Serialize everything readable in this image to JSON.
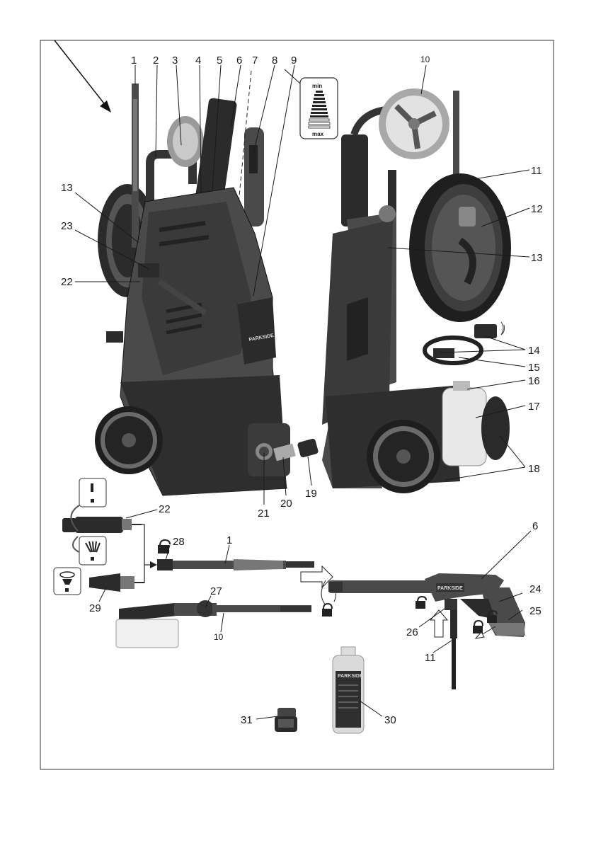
{
  "labels": {
    "n1": "1",
    "n2": "2",
    "n3": "3",
    "n4": "4",
    "n5": "5",
    "n6": "6",
    "n7": "7",
    "n8": "8",
    "n9": "9",
    "n10": "10",
    "n11": "11",
    "n12": "12",
    "n13": "13",
    "n14": "14",
    "n15": "15",
    "n16": "16",
    "n17": "17",
    "n18": "18",
    "n19": "19",
    "n20": "20",
    "n21": "21",
    "n22": "22",
    "n23": "23",
    "n24": "24",
    "n25": "25",
    "n26": "26",
    "n27": "27",
    "n28": "28",
    "n29": "29",
    "n30": "30",
    "n31": "31"
  },
  "gauge": {
    "min": "min",
    "max": "max"
  },
  "brand": "PARKSIDE"
}
